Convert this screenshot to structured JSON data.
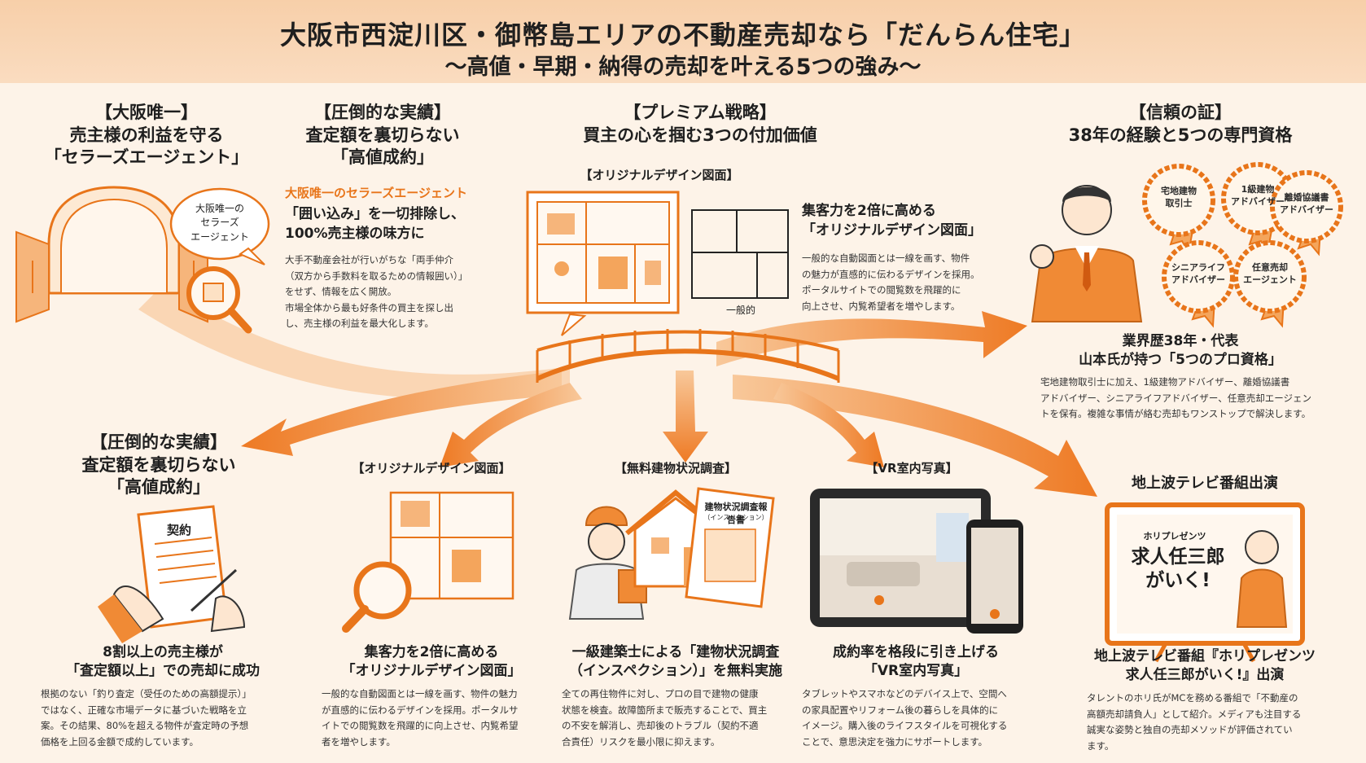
{
  "header": {
    "title": "大阪市西淀川区・御幣島エリアの不動産売却なら「だんらん住宅」",
    "subtitle": "〜高値・早期・納得の売却を叶える5つの強み〜"
  },
  "colors": {
    "accent": "#e8751a",
    "accent_light": "#f4a55c",
    "header_bg": "#f9d4b0",
    "page_bg": "#fdf3e8"
  },
  "sellers_agent": {
    "heading": [
      "【大阪唯一】",
      "売主様の利益を守る",
      "「セラーズエージェント」"
    ],
    "bubble": [
      "大阪唯一の",
      "セラーズ",
      "エージェント"
    ],
    "icons": [
      "door-icon",
      "magnifier-icon"
    ]
  },
  "track_record_top": {
    "heading": [
      "【圧倒的な実績】",
      "査定額を裏切らない",
      "「高値成約」"
    ],
    "accent": "大阪唯一のセラーズエージェント",
    "lead": [
      "「囲い込み」を一切排除し、",
      "100%売主様の味方に"
    ],
    "body": [
      "大手不動産会社が行いがちな「両手仲介",
      "（双方から手数料を取るための情報囲い）」",
      "をせず、情報を広く開放。",
      "市場全体から最も好条件の買主を探し出",
      "し、売主様の利益を最大化します。"
    ]
  },
  "premium": {
    "heading": [
      "【プレミアム戦略】",
      "買主の心を掴む3つの付加価値"
    ],
    "plan_label": "【オリジナルデザイン図面】",
    "generic_label": "一般的",
    "lead": [
      "集客力を2倍に高める",
      "「オリジナルデザイン図面」"
    ],
    "body": [
      "一般的な自動図面とは一線を画す、物件",
      "の魅力が直感的に伝わるデザインを採用。",
      "ポータルサイトでの閲覧数を飛躍的に",
      "向上させ、内覧希望者を増やします。"
    ]
  },
  "trust": {
    "heading": [
      "【信頼の証】",
      "38年の経験と5つの専門資格"
    ],
    "badges": [
      [
        "宅地建物",
        "取引士"
      ],
      [
        "1級建物",
        "アドバイザー"
      ],
      [
        "離婚協議書",
        "アドバイザー"
      ],
      [
        "シニアライフ",
        "アドバイザー"
      ],
      [
        "任意売却",
        "エージェント"
      ]
    ],
    "caption": [
      "業界歴38年・代表",
      "山本氏が持つ「5つのプロ資格」"
    ],
    "body": [
      "宅地建物取引士に加え、1級建物アドバイザー、離婚協議書",
      "アドバイザー、シニアライフアドバイザー、任意売却エージェン",
      "トを保有。複雑な事情が絡む売却もワンストップで解決します。"
    ]
  },
  "track_record_bottom": {
    "heading": [
      "【圧倒的な実績】",
      "査定額を裏切らない",
      "「高値成約」"
    ],
    "contract_title": "契約",
    "caption": [
      "8割以上の売主様が",
      "「査定額以上」での売却に成功"
    ],
    "body": [
      "根拠のない「釣り査定（受任のための高額提示）」",
      "ではなく、正確な市場データに基づいた戦略を立",
      "案。その結果、80%を超える物件が査定時の予想",
      "価格を上回る金額で成約しています。"
    ]
  },
  "design_plan": {
    "heading": "【オリジナルデザイン図面】",
    "caption": [
      "集客力を2倍に高める",
      "「オリジナルデザイン図面」"
    ],
    "body": [
      "一般的な自動図面とは一線を画す、物件の魅力",
      "が直感的に伝わるデザインを採用。ポータルサ",
      "イトでの閲覧数を飛躍的に向上させ、内覧希望",
      "者を増やします。"
    ]
  },
  "inspection": {
    "heading": "【無料建物状況調査】",
    "doc_title": "建物状況調査報告書",
    "doc_sub": "（インスペクション）",
    "caption": [
      "一級建築士による「建物状況調査",
      "（インスペクション）」を無料実施"
    ],
    "body": [
      "全ての再住物件に対し、プロの目で建物の健康",
      "状態を検査。故障箇所まで販売することで、買主",
      "の不安を解消し、売却後のトラブル（契約不適",
      "合責任）リスクを最小限に抑えます。"
    ]
  },
  "vr": {
    "heading": "【VR室内写真】",
    "caption": [
      "成約率を格段に引き上げる",
      "「VR室内写真」"
    ],
    "body": [
      "タブレットやスマホなどのデバイス上で、空間へ",
      "の家具配置やリフォーム後の暮らしを具体的に",
      "イメージ。購入後のライフスタイルを可視化する",
      "ことで、意思決定を強力にサポートします。"
    ]
  },
  "tv": {
    "heading": "地上波テレビ番組出演",
    "screen_small": "ホリプレゼンツ",
    "screen_big": [
      "求人任三郎",
      "がいく!"
    ],
    "caption": [
      "地上波テレビ番組『ホリプレゼンツ",
      "求人任三郎がいく!』出演"
    ],
    "body": [
      "タレントのホリ氏がMCを務める番組で「不動産の",
      "高額売却請負人」として紹介。メディアも注目する",
      "誠実な姿勢と独自の売却メソッドが評価されてい",
      "ます。"
    ]
  }
}
